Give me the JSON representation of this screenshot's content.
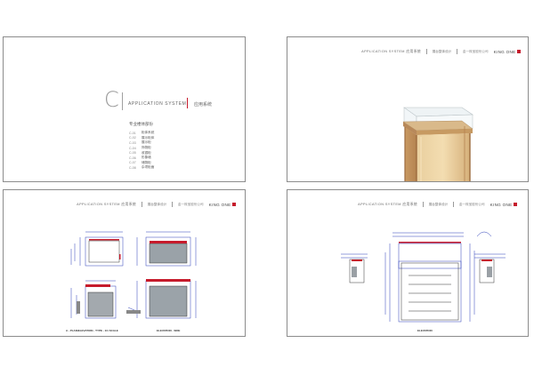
{
  "page1": {
    "letter": "C",
    "title": "APPLICATION SYSTEM",
    "title_cn": "应用系统",
    "toc_heading": "专业楼体部份",
    "toc": [
      {
        "code": "C-01",
        "name": "柜体系统"
      },
      {
        "code": "C-02",
        "name": "展示柜体"
      },
      {
        "code": "C-03",
        "name": "展示柜"
      },
      {
        "code": "C-04",
        "name": "饰物柜"
      },
      {
        "code": "C-05",
        "name": "收银柜"
      },
      {
        "code": "C-06",
        "name": "形象墙"
      },
      {
        "code": "C-07",
        "name": "储物柜"
      },
      {
        "code": "C-08",
        "name": "杂项柜面"
      }
    ]
  },
  "header": {
    "title": "APPLICATION SYSTEM",
    "title_cn": "应用系统",
    "subtitle": "展台整体设计",
    "company": "金一珠宝股份公司",
    "logo_text": "KING ONE"
  },
  "drawings": {
    "p3_caption_left": "A - PLAN/ELEVATION - TYPE - 1/1 SCALE",
    "p3_caption_right": "ELEVATION - SIDE",
    "p4_caption": "ELEVATION"
  },
  "colors": {
    "accent": "#c61b2c",
    "border": "#8c8c8c",
    "blueprint": "#2d3fb8",
    "wood": "#c9a26f"
  }
}
